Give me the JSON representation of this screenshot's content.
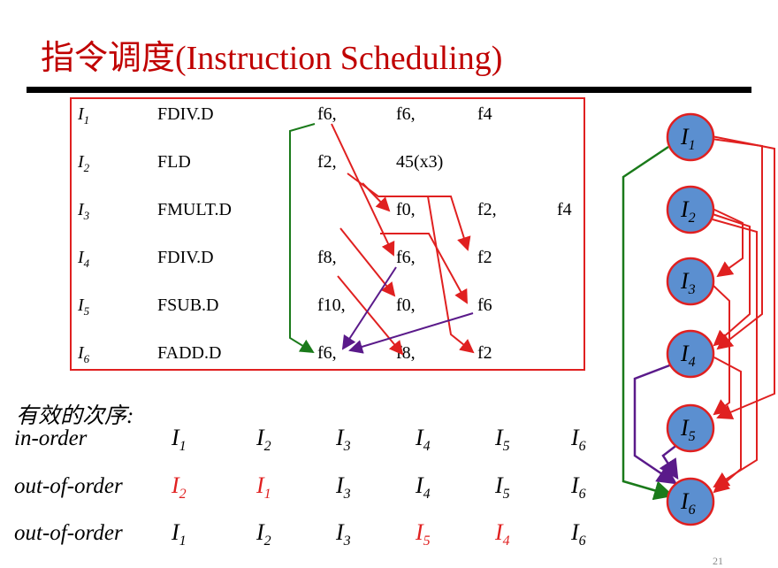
{
  "title": "指令调度(Instruction Scheduling)",
  "table": {
    "rows": [
      {
        "id": "I",
        "sub": "1",
        "op": "FDIV.D",
        "a": "f6,",
        "b": "f6,",
        "c": "f4",
        "d": ""
      },
      {
        "id": "I",
        "sub": "2",
        "op": "FLD",
        "a": "f2,",
        "b": "45(x3)",
        "c": "",
        "d": ""
      },
      {
        "id": "I",
        "sub": "3",
        "op": "FMULT.D",
        "a": "",
        "b": "f0,",
        "c": "f2,",
        "d": "f4"
      },
      {
        "id": "I",
        "sub": "4",
        "op": "FDIV.D",
        "a": "f8,",
        "b": "f6,",
        "c": "f2",
        "d": ""
      },
      {
        "id": "I",
        "sub": "5",
        "op": "FSUB.D",
        "a": "f10,",
        "b": "f0,",
        "c": "f6",
        "d": ""
      },
      {
        "id": "I",
        "sub": "6",
        "op": "FADD.D",
        "a": "f6,",
        "b": "f8,",
        "c": "f2",
        "d": ""
      }
    ]
  },
  "valid_orders_heading": "有效的次序:",
  "orders": [
    {
      "label": "in-order",
      "seq": [
        {
          "n": "1",
          "hl": false
        },
        {
          "n": "2",
          "hl": false
        },
        {
          "n": "3",
          "hl": false
        },
        {
          "n": "4",
          "hl": false
        },
        {
          "n": "5",
          "hl": false
        },
        {
          "n": "6",
          "hl": false
        }
      ]
    },
    {
      "label": "out-of-order",
      "seq": [
        {
          "n": "2",
          "hl": true
        },
        {
          "n": "1",
          "hl": true
        },
        {
          "n": "3",
          "hl": false
        },
        {
          "n": "4",
          "hl": false
        },
        {
          "n": "5",
          "hl": false
        },
        {
          "n": "6",
          "hl": false
        }
      ]
    },
    {
      "label": "out-of-order",
      "seq": [
        {
          "n": "1",
          "hl": false
        },
        {
          "n": "2",
          "hl": false
        },
        {
          "n": "3",
          "hl": false
        },
        {
          "n": "5",
          "hl": true
        },
        {
          "n": "4",
          "hl": true
        },
        {
          "n": "6",
          "hl": false
        }
      ]
    }
  ],
  "graph": {
    "nodes": [
      {
        "id": "I",
        "sub": "1"
      },
      {
        "id": "I",
        "sub": "2"
      },
      {
        "id": "I",
        "sub": "3"
      },
      {
        "id": "I",
        "sub": "4"
      },
      {
        "id": "I",
        "sub": "5"
      },
      {
        "id": "I",
        "sub": "6"
      }
    ]
  },
  "colors": {
    "accent": "#c00000",
    "red": "#e02020",
    "green": "#1a7a1a",
    "purple": "#5a1a8a",
    "node_fill": "#5b8fd0"
  },
  "page_number": "21"
}
